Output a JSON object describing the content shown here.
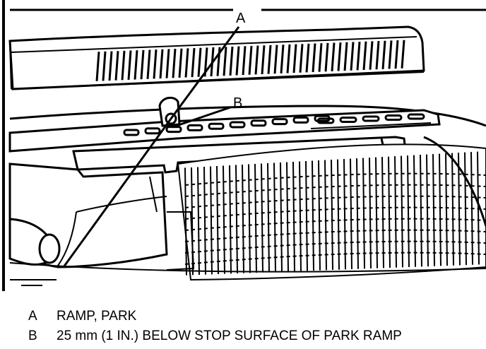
{
  "callouts": {
    "a": "A",
    "b": "B"
  },
  "legend": [
    {
      "key": "A",
      "text": "RAMP, PARK"
    },
    {
      "key": "B",
      "text": "25 mm (1 IN.) BELOW STOP SURFACE OF PARK RAMP"
    }
  ],
  "colors": {
    "ink": "#000000",
    "paper": "#ffffff"
  }
}
